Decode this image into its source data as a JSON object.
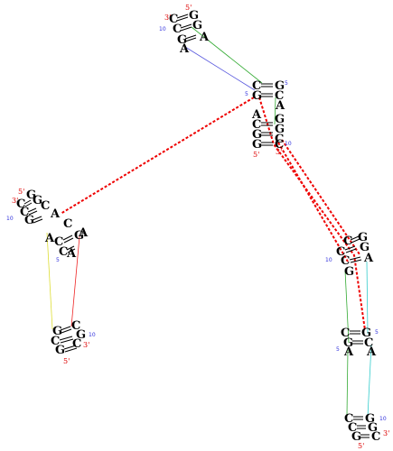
{
  "colors": {
    "green": "#33aa33",
    "blue": "#5555dd",
    "yellow": "#dddd33",
    "red_thin": "#ee2222",
    "cyan": "#33cccc",
    "dashed": "#ee0000",
    "end_label": "#dd0000",
    "index_label": "#3030dd"
  },
  "labels": {
    "five_prime": "5'",
    "three_prime": "3'",
    "n5": "5",
    "n10": "10"
  },
  "bases": {
    "c": "C",
    "g": "G",
    "a": "A"
  }
}
